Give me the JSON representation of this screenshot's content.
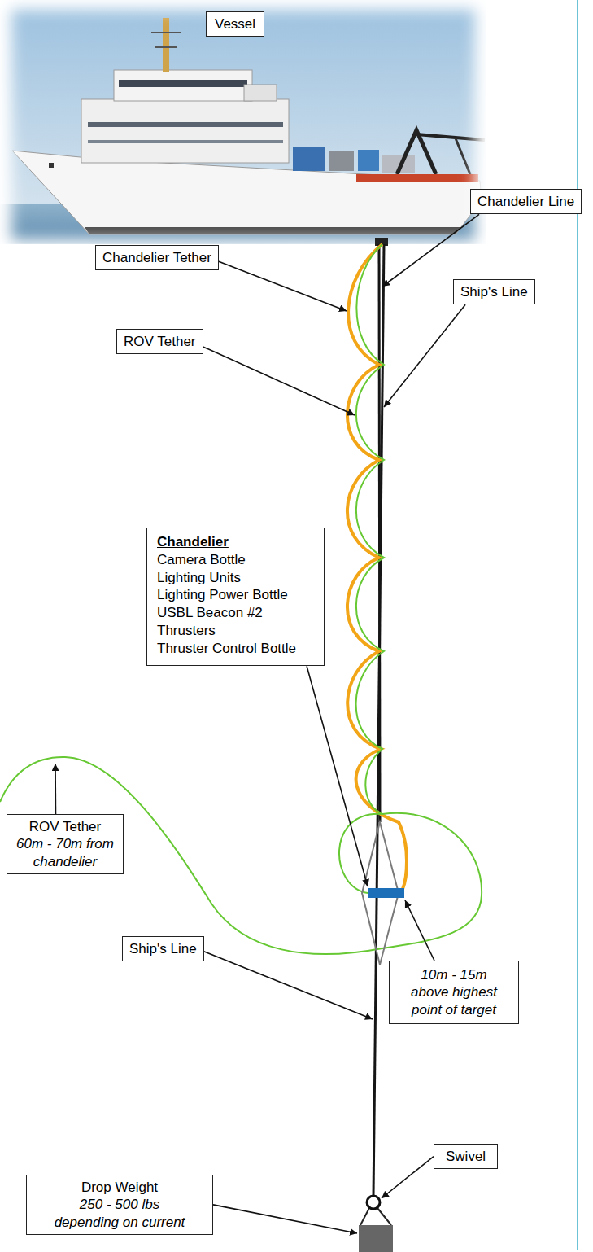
{
  "diagram": {
    "nodes": [
      {
        "text": [
          "Vessel"
        ]
      },
      {
        "text": [
          "Chandelier Line"
        ]
      },
      {
        "text": [
          "Chandelier Tether"
        ]
      },
      {
        "text": [
          "ROV Tether"
        ]
      },
      {
        "text": [
          "Ship's Line"
        ]
      },
      {
        "text": [
          "Chandelier",
          "Camera Bottle",
          "Lighting Units",
          "Lighting Power Bottle",
          "USBL Beacon #2",
          "Thrusters",
          "Thruster Control Bottle"
        ]
      },
      {
        "text": [
          "ROV Tether",
          "60m - 70m from chandelier"
        ]
      },
      {
        "text": [
          "Ship's Line"
        ]
      },
      {
        "text": [
          "10m - 15m above highest point of target"
        ]
      },
      {
        "text": [
          "Swivel"
        ]
      },
      {
        "text": [
          "Drop Weight",
          "250 - 500 lbs depending on current"
        ]
      }
    ]
  }
}
